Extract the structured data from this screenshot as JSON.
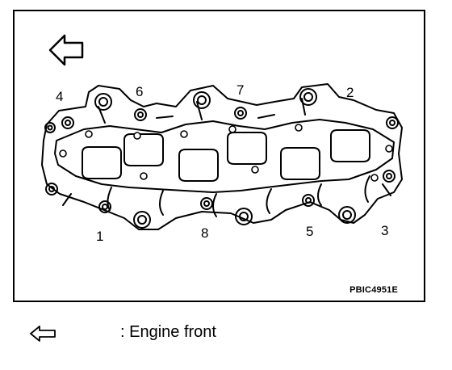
{
  "figure": {
    "callouts": {
      "b1": "1",
      "b2": "2",
      "b3": "3",
      "b4": "4",
      "b5": "5",
      "b6": "6",
      "b7": "7",
      "b8": "8"
    },
    "code": "PBIC4951E",
    "arrow_icon": "left-arrow-icon"
  },
  "legend": {
    "arrow_icon": "left-arrow-icon",
    "text": ": Engine front"
  }
}
